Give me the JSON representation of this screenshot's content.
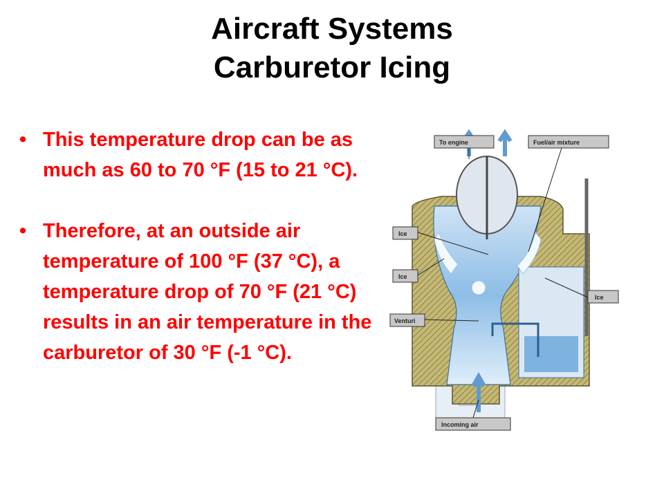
{
  "slide": {
    "title_line1": "Aircraft Systems",
    "title_line2": "Carburetor Icing",
    "bullets": [
      "This temperature drop can be as much as 60 to 70 °F (15 to 21 °C).",
      "Therefore, at an outside air temperature of 100 °F (37 °C), a temperature drop of 70 °F (21 °C) results in an air temperature in the carburetor of 30 °F (-1 °C)."
    ],
    "bullet_marker": "•",
    "text_color": "#ff0000"
  },
  "diagram": {
    "labels": {
      "to_engine": "To engine",
      "fuel_air_mixture": "Fuel/air mixture",
      "ice_upper": "Ice",
      "ice_middle": "Ice",
      "ice_right": "Ice",
      "venturi": "Venturi",
      "incoming_air": "Incoming air"
    },
    "colors": {
      "housing": "#b9ad6a",
      "airflow": "#6fa8d8",
      "ice": "#e8f2fa",
      "label_box": "#c8c8c8"
    }
  }
}
